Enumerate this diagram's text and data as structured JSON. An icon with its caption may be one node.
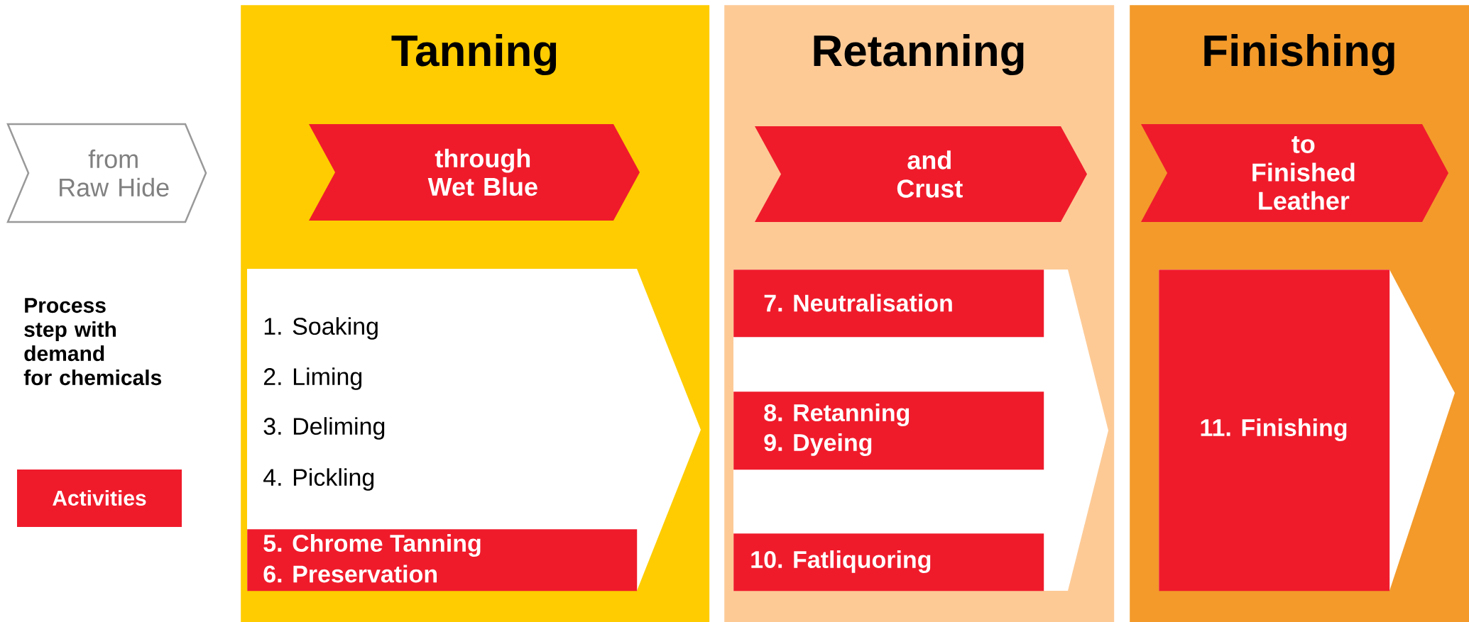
{
  "diagram": {
    "nodes": [
      {
        "text": [
          "Tanning"
        ]
      },
      {
        "text": [
          "Retanning"
        ]
      },
      {
        "text": [
          "Finishing"
        ]
      },
      {
        "text": [
          "from Raw Hide"
        ]
      },
      {
        "text": [
          "through Wet Blue"
        ],
        "in": 0
      },
      {
        "text": [
          "and Crust"
        ],
        "in": 1
      },
      {
        "text": [
          "to Finished Leather"
        ],
        "in": 2
      },
      {
        "text": [
          "1. Soaking",
          "2. Liming",
          "3. Deliming",
          "4. Pickling"
        ],
        "in": 0
      },
      {
        "text": [
          "5. Chrome Tanning",
          "6. Preservation"
        ],
        "in": 7
      },
      {
        "text": [],
        "shape": "pentagon",
        "in": 1
      },
      {
        "text": [
          "7. Neutralisation"
        ],
        "in": 9
      },
      {
        "text": [
          "8. Retanning",
          "9. Dyeing"
        ],
        "in": 9
      },
      {
        "text": [
          "10. Fatliquoring"
        ],
        "in": 9
      },
      {
        "text": [],
        "shape": "pentagon",
        "in": 2
      },
      {
        "text": [
          "11. Finishing"
        ],
        "in": 13
      }
    ],
    "edges": [],
    "labels": [
      "Process step with demand for chemicals"
    ],
    "legend": [
      {
        "text": "Activities",
        "color": "#ef1b2b"
      }
    ]
  }
}
